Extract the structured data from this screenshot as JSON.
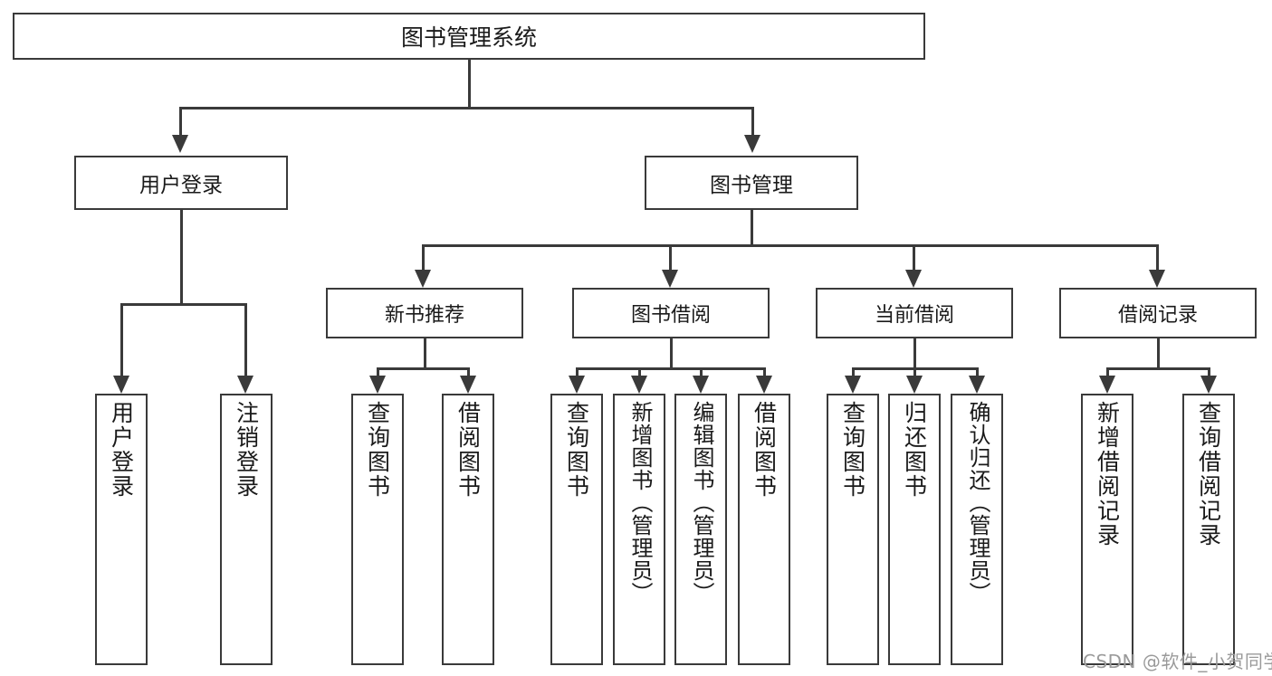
{
  "diagram": {
    "type": "tree-hierarchy",
    "title": "图书管理系统",
    "root": {
      "label": "图书管理系统"
    },
    "level2": [
      {
        "label": "用户登录"
      },
      {
        "label": "图书管理"
      }
    ],
    "level3": [
      {
        "label": "新书推荐"
      },
      {
        "label": "图书借阅"
      },
      {
        "label": "当前借阅"
      },
      {
        "label": "借阅记录"
      }
    ],
    "leaves": {
      "user_login": [
        {
          "label": "用户登录"
        },
        {
          "label": "注销登录"
        }
      ],
      "new_book_recommend": [
        {
          "label": "查询图书"
        },
        {
          "label": "借阅图书"
        }
      ],
      "book_borrow": [
        {
          "label": "查询图书"
        },
        {
          "label": "新增图书（管理员）"
        },
        {
          "label": "编辑图书（管理员）"
        },
        {
          "label": "借阅图书"
        }
      ],
      "current_borrow": [
        {
          "label": "查询图书"
        },
        {
          "label": "归还图书"
        },
        {
          "label": "确认归还（管理员）"
        }
      ],
      "borrow_record": [
        {
          "label": "新增借阅记录"
        },
        {
          "label": "查询借阅记录"
        }
      ]
    }
  },
  "watermark": {
    "text": "CSDN @软件_小贺同学"
  },
  "colors": {
    "stroke": "#3a3a3a",
    "background": "#ffffff",
    "text": "#1a1a1a",
    "watermark": "#9a9a9a"
  }
}
